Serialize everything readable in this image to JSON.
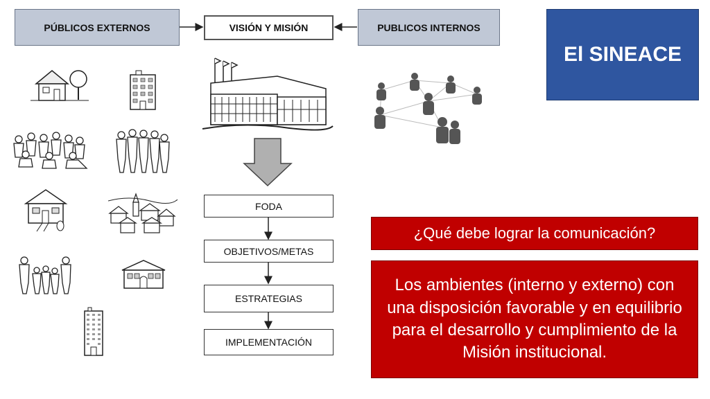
{
  "top": {
    "externos": "PÚBLICOS EXTERNOS",
    "vision": "VISIÓN Y MISIÓN",
    "internos": "PUBLICOS INTERNOS"
  },
  "sineace": "El SINEACE",
  "flow": [
    "FODA",
    "OBJETIVOS/METAS",
    "ESTRATEGIAS",
    "IMPLEMENTACIÓN"
  ],
  "question": "¿Qué debe lograr la comunicación?",
  "answer": "Los ambientes (interno y externo) con una disposición favorable y en equilibrio para el desarrollo y cumplimiento de la Misión institucional.",
  "icons": {
    "external": [
      "house-tree-icon",
      "apartment-building-icon",
      "children-group-icon",
      "adults-group-icon",
      "house-icon",
      "village-icon",
      "family-icon",
      "school-icon",
      "tower-building-icon"
    ],
    "vision": "office-building-icon",
    "internal": "people-network-icon",
    "arrow": "down-arrow-icon"
  },
  "colors": {
    "top_box": "#c0c8d6",
    "sineace": "#2f56a0",
    "red": "#c00000"
  }
}
